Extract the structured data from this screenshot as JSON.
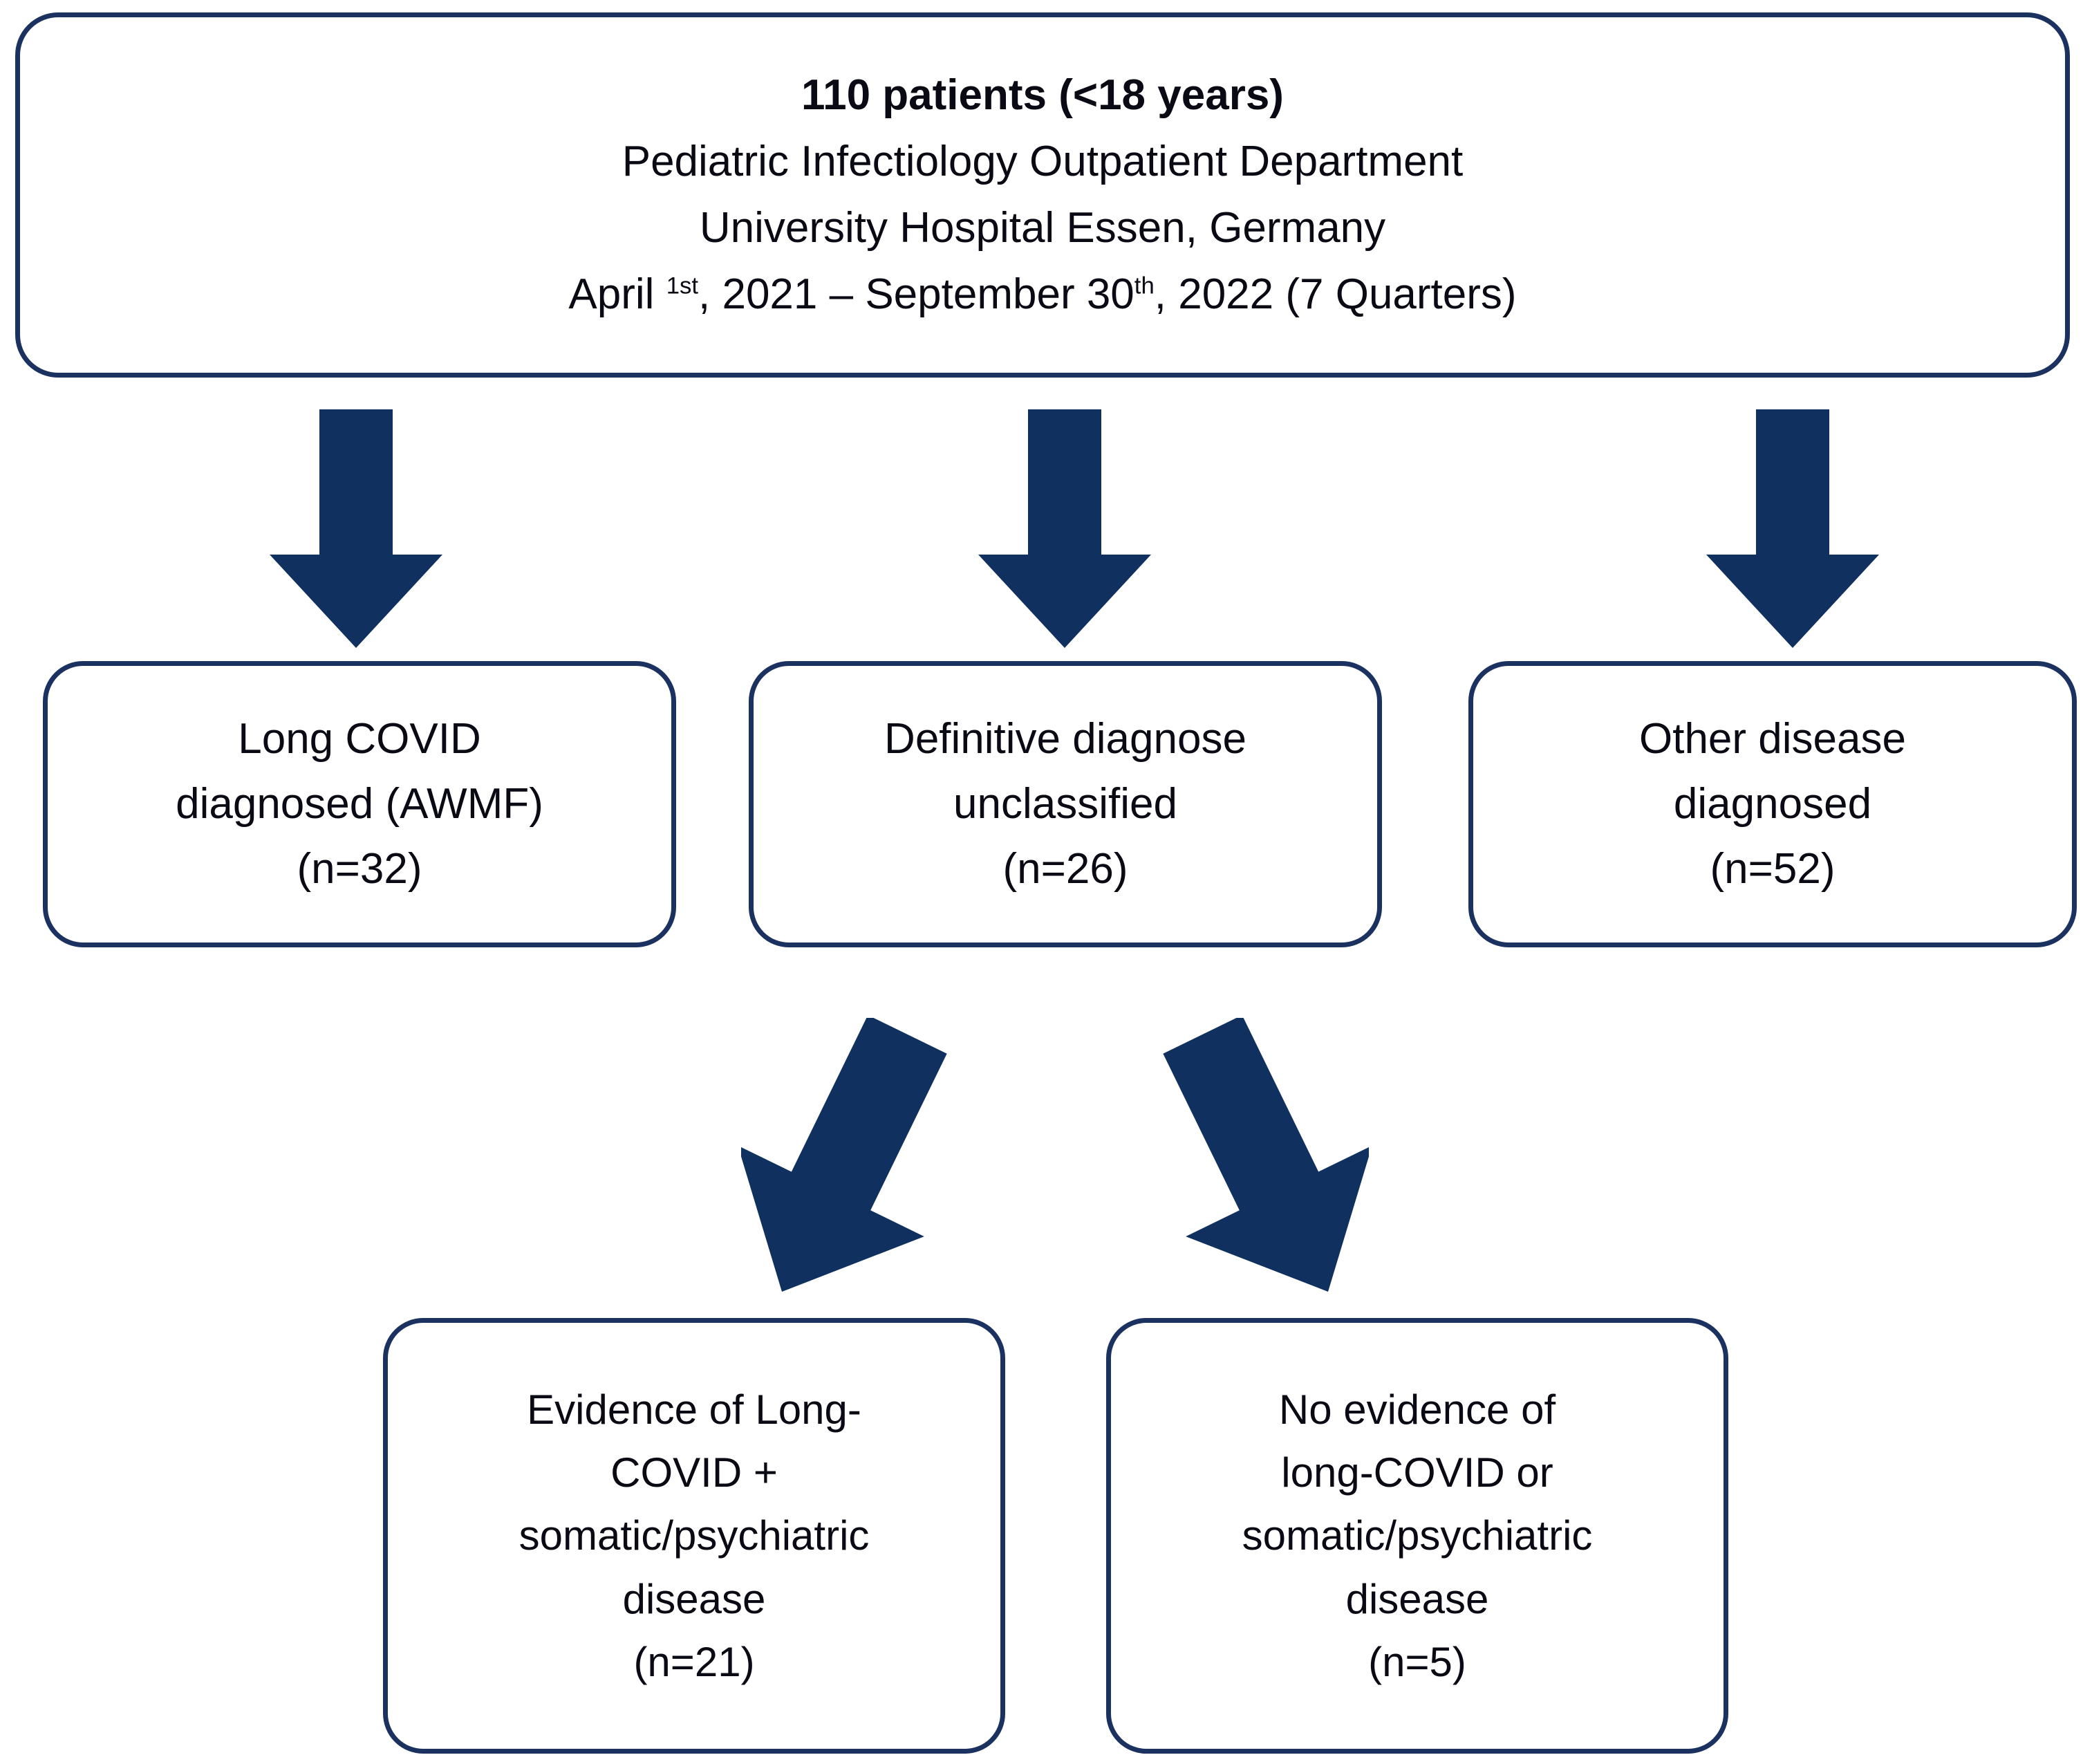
{
  "diagram": {
    "type": "flowchart",
    "title": "Patient enrollment and diagnostic classification flow",
    "colors": {
      "border": "#1b3160",
      "arrow": "#10305f",
      "text": "#0a0a14",
      "background": "#ffffff"
    },
    "root": {
      "lines": [
        "110 patients (<18 years)",
        "Pediatric Infectiology Outpatient Department",
        "University Hospital Essen, Germany"
      ],
      "date_line": {
        "prefix": "April ",
        "sup1": "1st",
        "middle": ", 2021 – September 30",
        "sup2": "th",
        "suffix": ", 2022 (7 Quarters)"
      },
      "patient_count": 110,
      "age_limit": "<18 years",
      "department": "Pediatric Infectiology Outpatient Department",
      "institution": "University Hospital Essen, Germany",
      "period_start": "April 1st, 2021",
      "period_end": "September 30th, 2022",
      "period_quarters": 7
    },
    "tier2": [
      {
        "id": "long-covid",
        "lines": [
          "Long COVID",
          "diagnosed (AWMF)",
          "(n=32)"
        ],
        "n": 32
      },
      {
        "id": "unclassified",
        "lines": [
          "Definitive diagnose",
          "unclassified",
          "(n=26)"
        ],
        "n": 26
      },
      {
        "id": "other-disease",
        "lines": [
          "Other disease",
          "diagnosed",
          "(n=52)"
        ],
        "n": 52
      }
    ],
    "tier3": [
      {
        "id": "evidence-long-covid",
        "lines": [
          "Evidence of Long-",
          "COVID +",
          "somatic/psychiatric",
          "disease",
          "(n=21)"
        ],
        "n": 21
      },
      {
        "id": "no-evidence",
        "lines": [
          "No evidence of",
          "long-COVID or",
          "somatic/psychiatric",
          "disease",
          "(n=5)"
        ],
        "n": 5
      }
    ],
    "arrows": [
      {
        "id": "root-to-long-covid",
        "direction": "down"
      },
      {
        "id": "root-to-unclassified",
        "direction": "down"
      },
      {
        "id": "root-to-other-disease",
        "direction": "down"
      },
      {
        "id": "unclassified-to-evidence",
        "direction": "down-left"
      },
      {
        "id": "unclassified-to-no-evidence",
        "direction": "down-right"
      }
    ]
  }
}
